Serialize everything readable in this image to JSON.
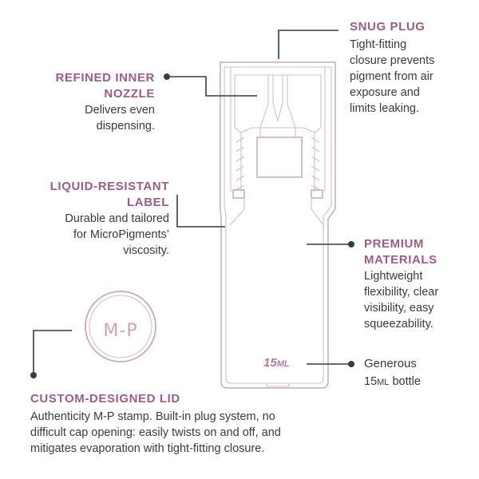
{
  "callouts": {
    "snug_plug": {
      "title": "SNUG PLUG",
      "lines": [
        "Tight-fitting",
        "closure prevents",
        "pigment from air",
        "exposure and",
        "limits leaking."
      ]
    },
    "inner_nozzle": {
      "title_lines": [
        "REFINED INNER",
        "NOZZLE"
      ],
      "lines": [
        "Delivers even",
        "dispensing."
      ]
    },
    "label": {
      "title_lines": [
        "LIQUID-RESISTANT",
        "LABEL"
      ],
      "lines": [
        "Durable and tailored",
        "for MicroPigments’",
        "viscosity."
      ]
    },
    "materials": {
      "title_lines": [
        "PREMIUM",
        "MATERIALS"
      ],
      "lines": [
        "Lightweight",
        "flexibility, clear",
        "visibility, easy",
        "squeezability."
      ]
    },
    "volume": {
      "title": "Generous",
      "line_prefix": "15",
      "line_unit": "ML",
      "line_suffix": " bottle"
    },
    "lid": {
      "title": "CUSTOM-DESIGNED LID",
      "lines": [
        "Authenticity M-P stamp. Built-in plug system, no",
        "difficult cap opening: easily twists on and off, and",
        "mitigates evaporation with tight-fitting closure."
      ]
    }
  },
  "bottle": {
    "volume_number": "15",
    "volume_unit": "ML",
    "stamp": "M-P"
  },
  "colors": {
    "accent": "#9b5c88",
    "outline": "#c9a9c0",
    "text": "#3a3a3a"
  }
}
